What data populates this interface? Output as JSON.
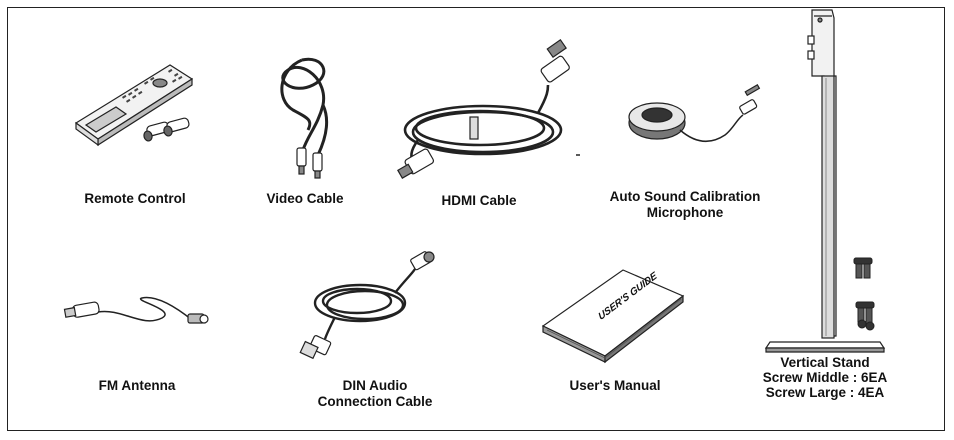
{
  "items": {
    "remote_control": {
      "label": "Remote Control"
    },
    "video_cable": {
      "label": "Video Cable"
    },
    "hdmi_cable": {
      "label": "HDMI Cable"
    },
    "microphone": {
      "label_line1": "Auto Sound Calibration",
      "label_line2": "Microphone"
    },
    "fm_antenna": {
      "label": "FM Antenna"
    },
    "din_cable": {
      "label_line1": "DIN Audio",
      "label_line2": "Connection Cable"
    },
    "users_manual": {
      "label": "User's Manual",
      "cover_text": "USER'S GUIDE"
    },
    "vertical_stand": {
      "label_line1": "Vertical Stand",
      "label_line2": "Screw Middle : 6EA",
      "label_line3": "Screw Large : 4EA"
    }
  },
  "colors": {
    "line": "#222222",
    "fill": "#ffffff",
    "light_fill": "#e6e6e6",
    "mid_fill": "#9a9a9a",
    "dark_fill": "#333333"
  }
}
